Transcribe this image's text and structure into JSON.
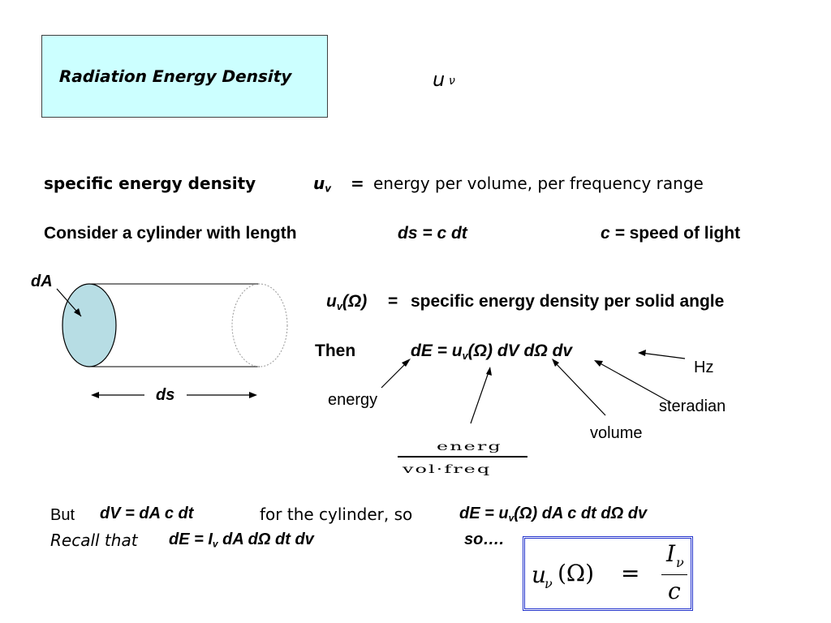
{
  "title": "Radiation Energy Density",
  "header_symbol": {
    "u": "u",
    "sub": "ν"
  },
  "line1": {
    "label": "specific energy density",
    "symbol": "u",
    "symbol_sub": "v",
    "equals": "=",
    "definition": "energy  per volume, per frequency range"
  },
  "line2": {
    "text": "Consider a cylinder with length",
    "formula": "ds  =  c  dt",
    "c_label": "c =",
    "c_def": "speed of light"
  },
  "diagram": {
    "dA_label": "dA",
    "ds_label": "ds"
  },
  "line3": {
    "symbol": "u",
    "symbol_sub": "v",
    "arg": "(Ω)",
    "equals": "=",
    "definition": "specific energy density per solid angle"
  },
  "line4": {
    "then": "Then",
    "lhs": "dE  =  u",
    "sub": "v",
    "rhs": "(Ω)  dV  dΩ  dv"
  },
  "annotations": {
    "energy": "energy",
    "hz": "Hz",
    "steradian": "steradian",
    "volume": "volume",
    "fraction_num": "energ",
    "fraction_den": "vol·freq"
  },
  "line5": {
    "but": "But",
    "dv_eq": "dV =  dA  c dt",
    "middle": "for the cylinder, so",
    "de_eq_a": "dE = u",
    "de_sub": "v",
    "de_eq_b": "(Ω)  dA  c dt  dΩ  dv"
  },
  "line6": {
    "recall": "Recall that",
    "eq_a": "dE = I",
    "eq_sub": "v",
    "eq_b": "  dA  dΩ  dt  dv",
    "so": "so…."
  },
  "result_formula": {
    "u": "u",
    "u_sub": "ν",
    "arg": "(Ω)",
    "equals": "=",
    "num": "I",
    "num_sub": "ν",
    "den": "c"
  }
}
